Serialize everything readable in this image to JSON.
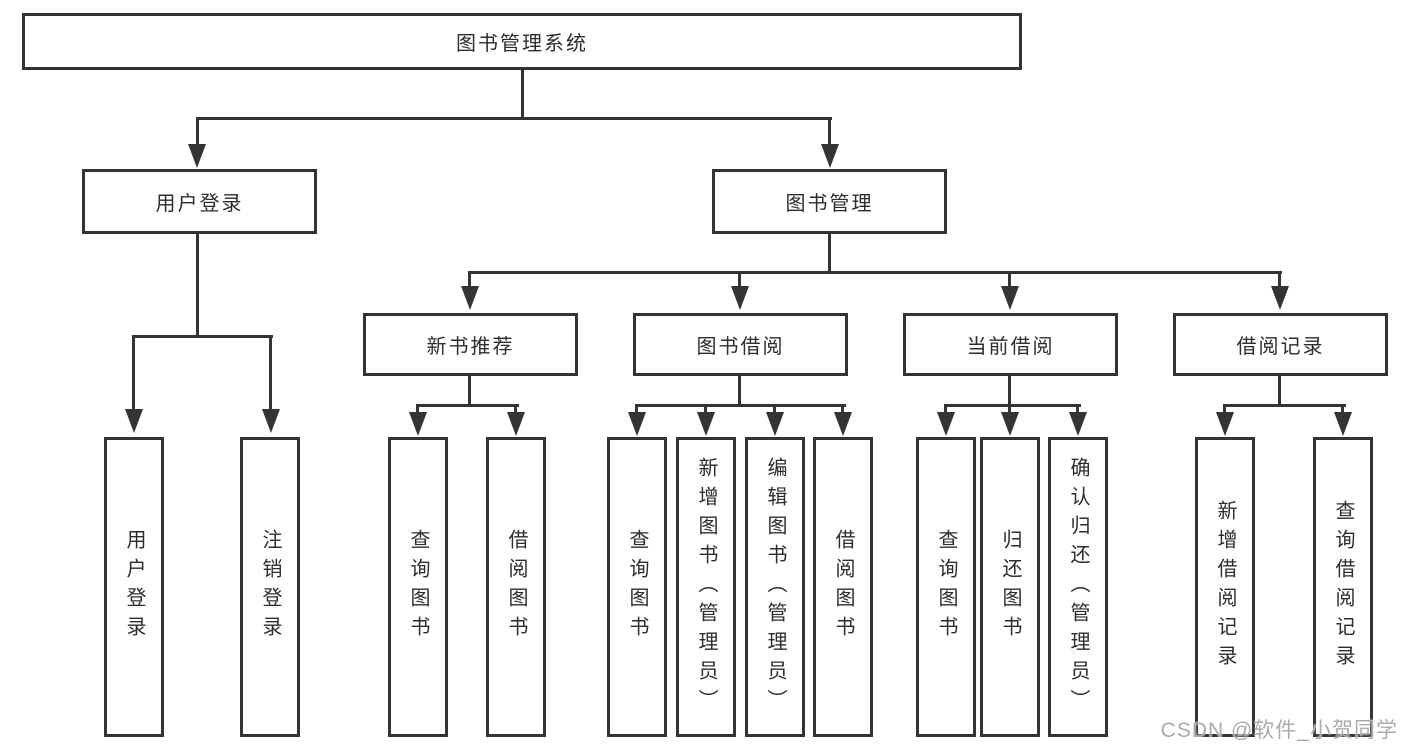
{
  "colors": {
    "line": "#343434",
    "text": "#2d2d2d",
    "box_background": "#ffffff",
    "page_background": "#ffffff",
    "watermark": "#ababab"
  },
  "nodes": {
    "root": "图书管理系统",
    "user": "用户登录",
    "books": "图书管理",
    "new_books": "新书推荐",
    "book_borrow": "图书借阅",
    "current_borrow": "当前借阅",
    "borrow_records": "借阅记录",
    "leaf_user_login": "用户登录",
    "leaf_logout": "注销登录",
    "leaf_nb_query": "查询图书",
    "leaf_nb_borrow": "借阅图书",
    "leaf_bb_query": "查询图书",
    "leaf_bb_add": "新增图书（管理员）",
    "leaf_bb_edit": "编辑图书（管理员）",
    "leaf_bb_borrow": "借阅图书",
    "leaf_cb_query": "查询图书",
    "leaf_cb_return": "归还图书",
    "leaf_cb_confirm": "确认归还（管理员）",
    "leaf_rec_add": "新增借阅记录",
    "leaf_rec_query": "查询借阅记录"
  },
  "hierarchy": {
    "图书管理系统": {
      "用户登录": [
        "用户登录",
        "注销登录"
      ],
      "图书管理": {
        "新书推荐": [
          "查询图书",
          "借阅图书"
        ],
        "图书借阅": [
          "查询图书",
          "新增图书（管理员）",
          "编辑图书（管理员）",
          "借阅图书"
        ],
        "当前借阅": [
          "查询图书",
          "归还图书",
          "确认归还（管理员）"
        ],
        "借阅记录": [
          "新增借阅记录",
          "查询借阅记录"
        ]
      }
    }
  },
  "watermark": {
    "text": "CSDN @软件_小贺同学"
  }
}
